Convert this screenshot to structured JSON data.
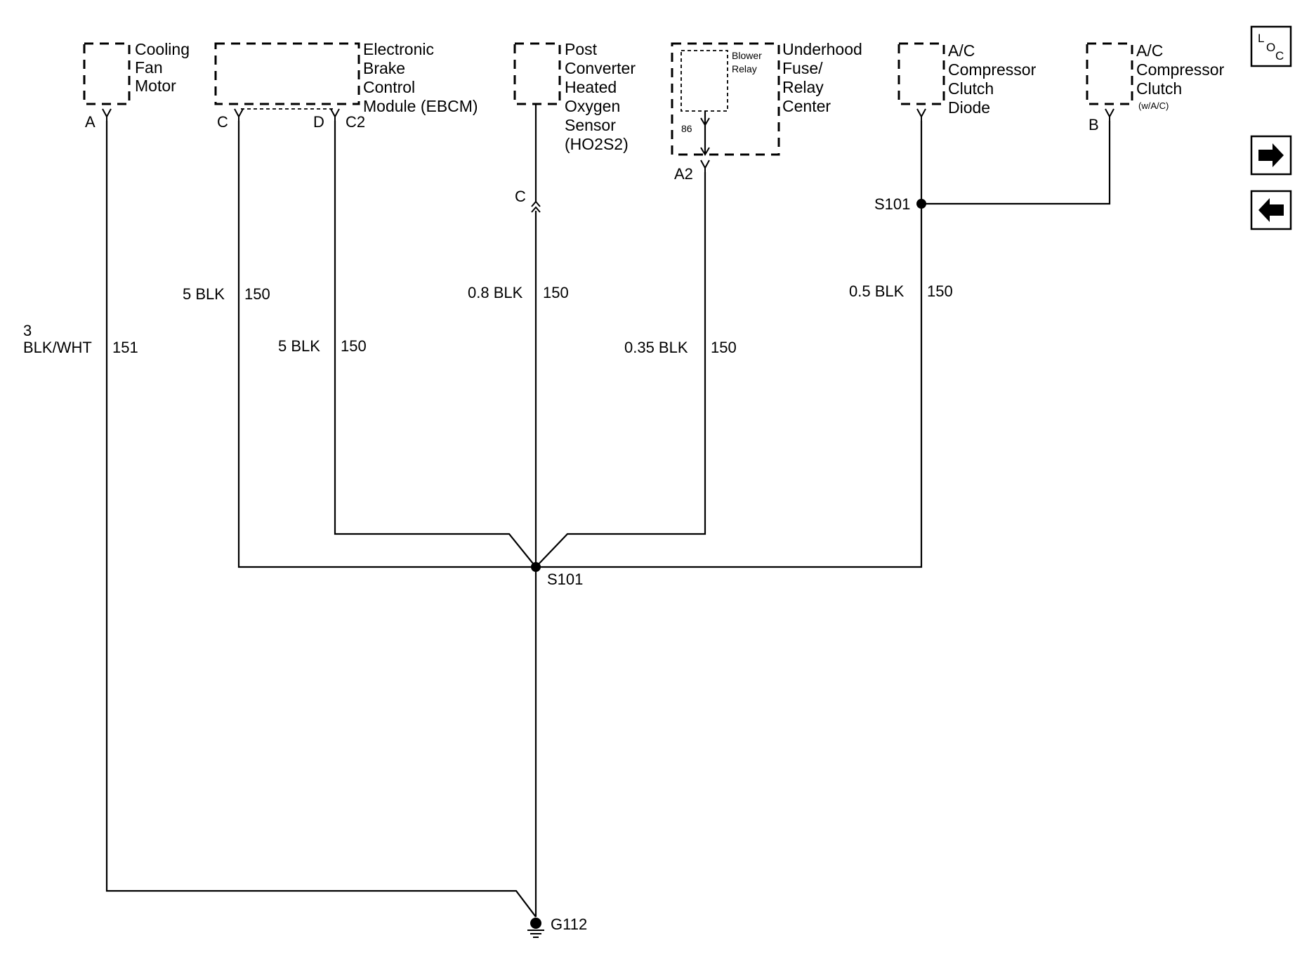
{
  "components": {
    "cooling_fan_motor": [
      "Cooling",
      "Fan",
      "Motor"
    ],
    "ebcm": [
      "Electronic",
      "Brake",
      "Control",
      "Module (EBCM)"
    ],
    "ho2s2": [
      "Post",
      "Converter",
      "Heated",
      "Oxygen",
      "Sensor",
      "(HO2S2)"
    ],
    "underhood_fuse_relay": [
      "Underhood",
      "Fuse/",
      "Relay",
      "Center"
    ],
    "blower_relay": [
      "Blower",
      "Relay"
    ],
    "ac_clutch_diode": [
      "A/C",
      "Compressor",
      "Clutch",
      "Diode"
    ],
    "ac_clutch": [
      "A/C",
      "Compressor",
      "Clutch"
    ],
    "ac_clutch_note": "(w/A/C)"
  },
  "pins": {
    "fan_a": "A",
    "ebcm_c": "C",
    "ebcm_d": "D",
    "ebcm_conn": "C2",
    "ho2s2_c": "C",
    "relay_86": "86",
    "fuse_a2": "A2",
    "clutch_b": "B"
  },
  "wires": {
    "fan": {
      "gauge_color": [
        "3",
        "BLK/WHT"
      ],
      "circuit": "151"
    },
    "ebcm_c": {
      "gauge_color": "5 BLK",
      "circuit": "150"
    },
    "ebcm_d": {
      "gauge_color": "5 BLK",
      "circuit": "150"
    },
    "ho2s2": {
      "gauge_color": "0.8 BLK",
      "circuit": "150"
    },
    "fuse": {
      "gauge_color": "0.35 BLK",
      "circuit": "150"
    },
    "diode": {
      "gauge_color": "0.5 BLK",
      "circuit": "150"
    }
  },
  "splices": {
    "upper": "S101",
    "main": "S101"
  },
  "ground": "G112",
  "nav": {
    "loc_main": "L",
    "loc_sub1": "O",
    "loc_sub2": "C",
    "next_icon": "arrow-right-icon",
    "prev_icon": "arrow-left-icon"
  }
}
